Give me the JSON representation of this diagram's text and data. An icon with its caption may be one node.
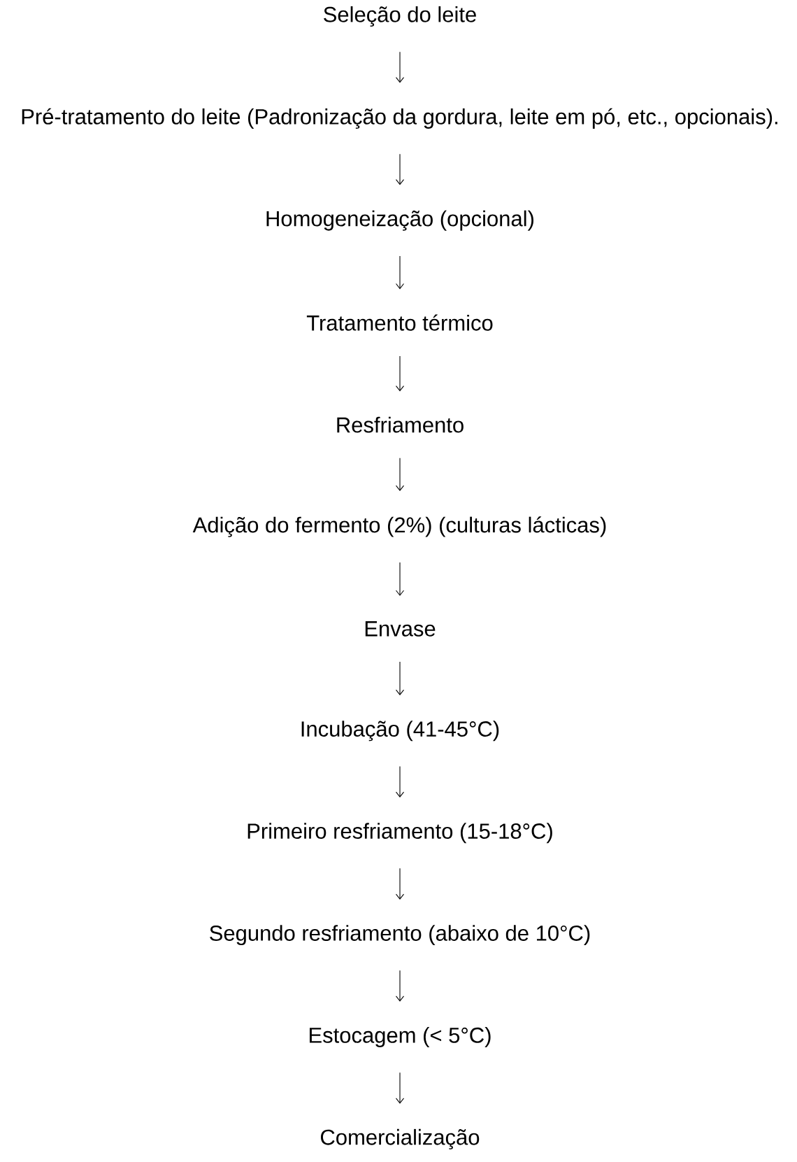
{
  "diagram": {
    "nodes": [
      {
        "text": [
          "Seleção do leite"
        ]
      },
      {
        "text": [
          "Pré-tratamento do leite (Padronização da gordura, leite em pó, etc., opcionais)."
        ]
      },
      {
        "text": [
          "Homogeneização (opcional)"
        ]
      },
      {
        "text": [
          "Tratamento térmico"
        ]
      },
      {
        "text": [
          "Resfriamento"
        ]
      },
      {
        "text": [
          "Adição do fermento (2%) (culturas lácticas)"
        ]
      },
      {
        "text": [
          "Envase"
        ]
      },
      {
        "text": [
          "Incubação (41-45°C)"
        ]
      },
      {
        "text": [
          "Primeiro resfriamento (15-18°C)"
        ]
      },
      {
        "text": [
          "Segundo resfriamento (abaixo de 10°C)"
        ]
      },
      {
        "text": [
          "Estocagem (< 5°C)"
        ]
      },
      {
        "text": [
          "Comercialização"
        ]
      }
    ],
    "edges": [
      {
        "from": 0,
        "to": 1,
        "arrow": "to"
      },
      {
        "from": 1,
        "to": 2,
        "arrow": "to"
      },
      {
        "from": 2,
        "to": 3,
        "arrow": "to"
      },
      {
        "from": 3,
        "to": 4,
        "arrow": "to"
      },
      {
        "from": 4,
        "to": 5,
        "arrow": "to"
      },
      {
        "from": 5,
        "to": 6,
        "arrow": "to"
      },
      {
        "from": 6,
        "to": 7,
        "arrow": "to"
      },
      {
        "from": 7,
        "to": 8,
        "arrow": "to"
      },
      {
        "from": 8,
        "to": 9,
        "arrow": "to"
      },
      {
        "from": 9,
        "to": 10,
        "arrow": "to"
      },
      {
        "from": 10,
        "to": 11,
        "arrow": "to"
      }
    ]
  }
}
